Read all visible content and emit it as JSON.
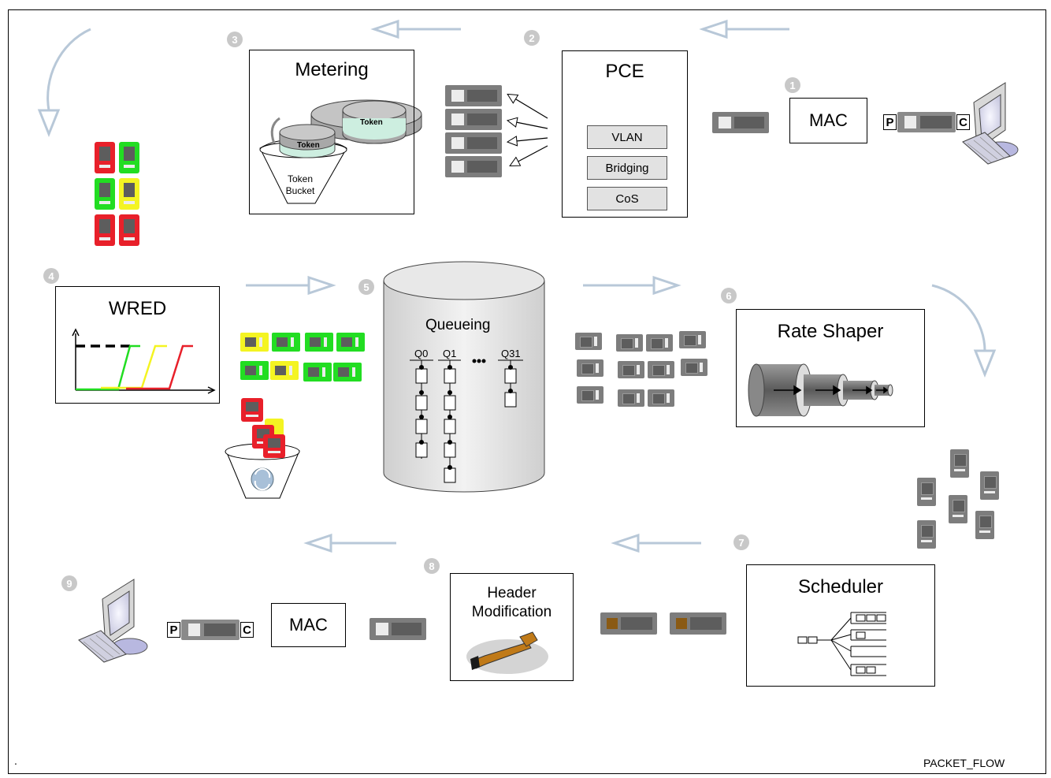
{
  "steps": [
    "1",
    "2",
    "3",
    "4",
    "5",
    "6",
    "7",
    "8",
    "9"
  ],
  "metering": {
    "title": "Metering",
    "token1": "Token",
    "token2": "Token",
    "bucket": "Token\nBucket"
  },
  "pce": {
    "title": "PCE",
    "items": [
      "VLAN",
      "Bridging",
      "CoS"
    ]
  },
  "mac_in": {
    "title": "MAC"
  },
  "mac_out": {
    "title": "MAC"
  },
  "frame_p": "P",
  "frame_c": "C",
  "wred": {
    "title": "WRED"
  },
  "queueing": {
    "title": "Queueing",
    "q0": "Q0",
    "q1": "Q1",
    "q31": "Q31"
  },
  "rate_shaper": {
    "title": "Rate Shaper"
  },
  "scheduler": {
    "title": "Scheduler"
  },
  "header_mod": {
    "line1": "Header",
    "line2": "Modification"
  },
  "footer": {
    "left": ".",
    "right": "PACKET_FLOW"
  },
  "colors": {
    "red": "#e8202a",
    "green": "#22dd22",
    "yellow": "#f4f422",
    "packet": "#7a7a7a",
    "arrow": "#b8c8d8",
    "step": "#c8c8c8"
  }
}
